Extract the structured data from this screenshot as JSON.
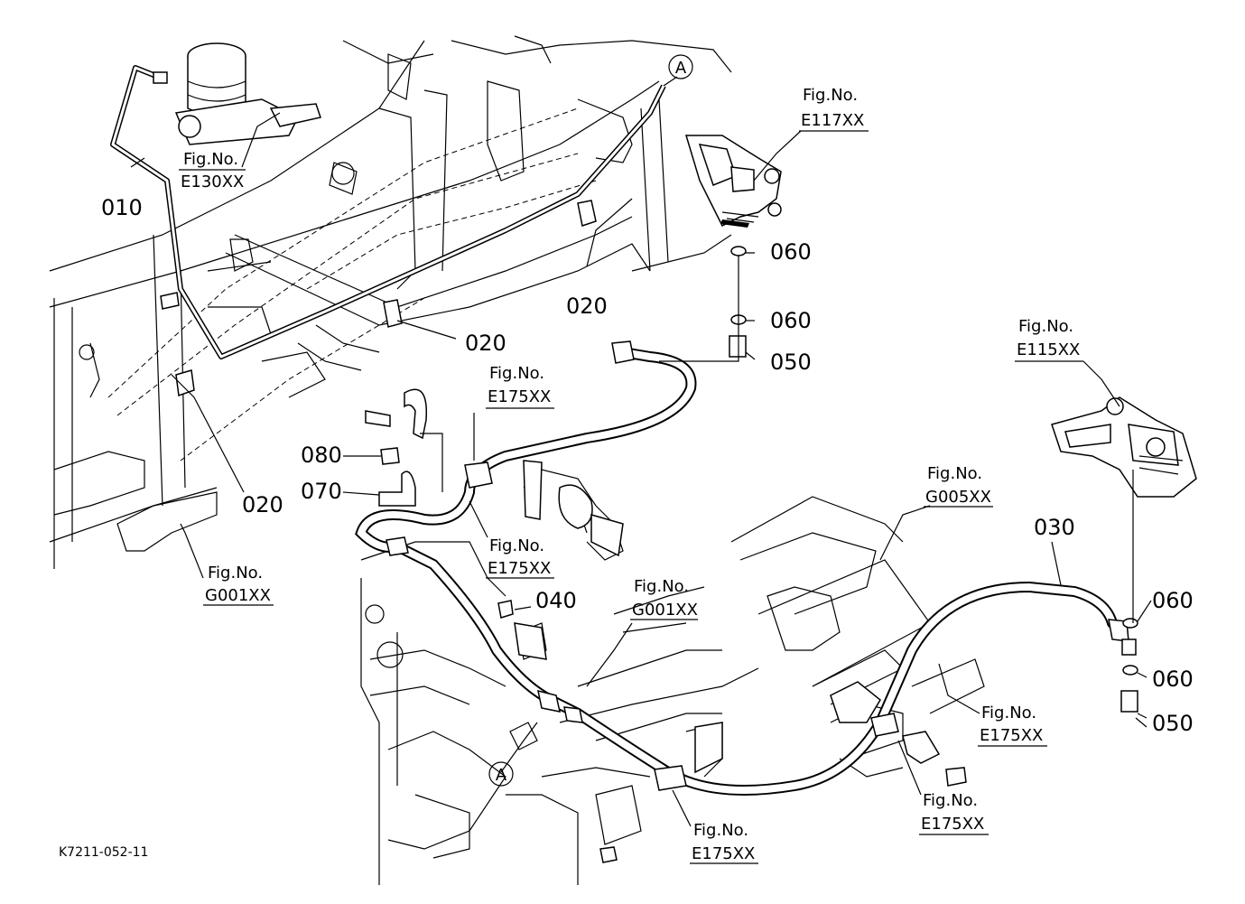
{
  "diagram_code": "K7211-052-11",
  "callouts": {
    "c010": "010",
    "c020a": "020",
    "c020b": "020",
    "c020c": "020",
    "c030": "030",
    "c040": "040",
    "c050a": "050",
    "c050b": "050",
    "c060a": "060",
    "c060b": "060",
    "c060c": "060",
    "c060d": "060",
    "c070": "070",
    "c080": "080",
    "markA1": "A",
    "markA2": "A"
  },
  "fig_refs": {
    "label": "Fig.No.",
    "e130": "E130XX",
    "e117": "E117XX",
    "e115": "E115XX",
    "e175a": "E175XX",
    "e175b": "E175XX",
    "e175c": "E175XX",
    "e175d": "E175XX",
    "e175e": "E175XX",
    "g001a": "G001XX",
    "g001b": "G001XX",
    "g005": "G005XX"
  }
}
